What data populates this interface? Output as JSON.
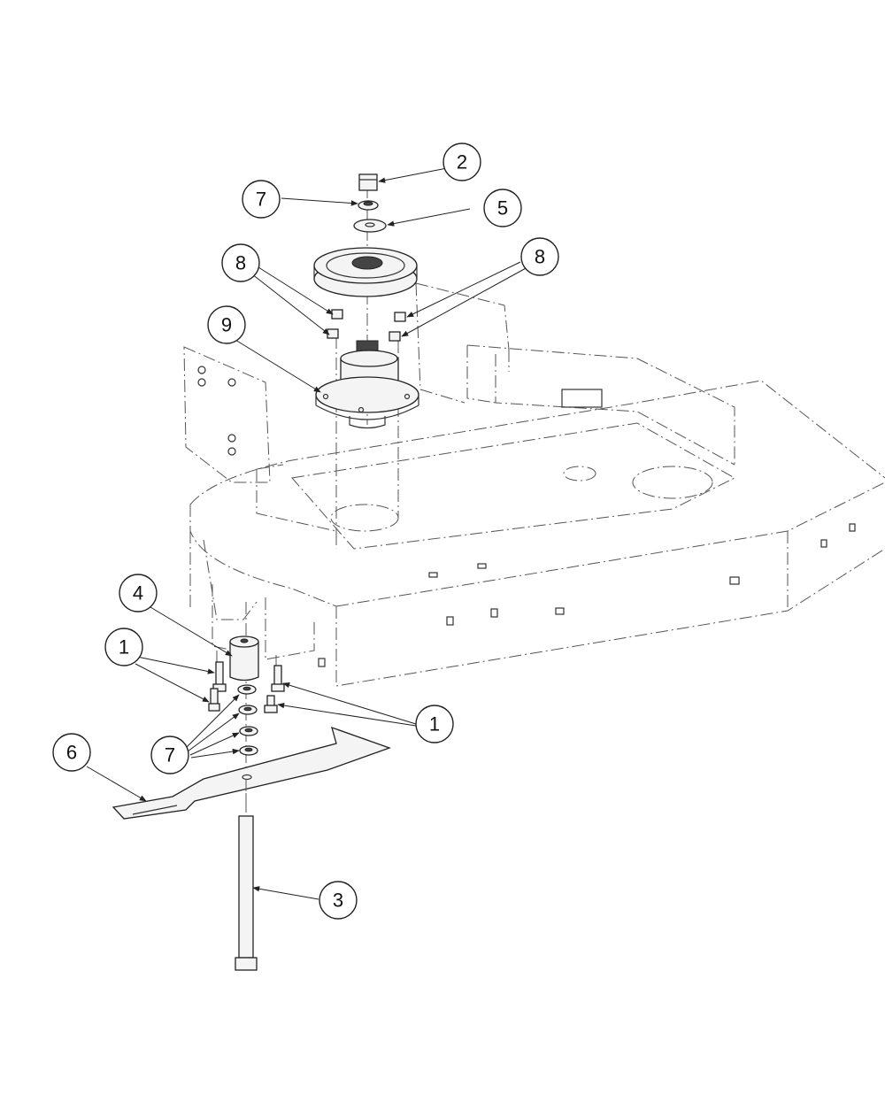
{
  "callouts": [
    {
      "label": "1"
    },
    {
      "label": "1"
    },
    {
      "label": "2"
    },
    {
      "label": "3"
    },
    {
      "label": "4"
    },
    {
      "label": "5"
    },
    {
      "label": "6"
    },
    {
      "label": "7"
    },
    {
      "label": "7"
    },
    {
      "label": "8"
    },
    {
      "label": "8"
    },
    {
      "label": "9"
    }
  ]
}
